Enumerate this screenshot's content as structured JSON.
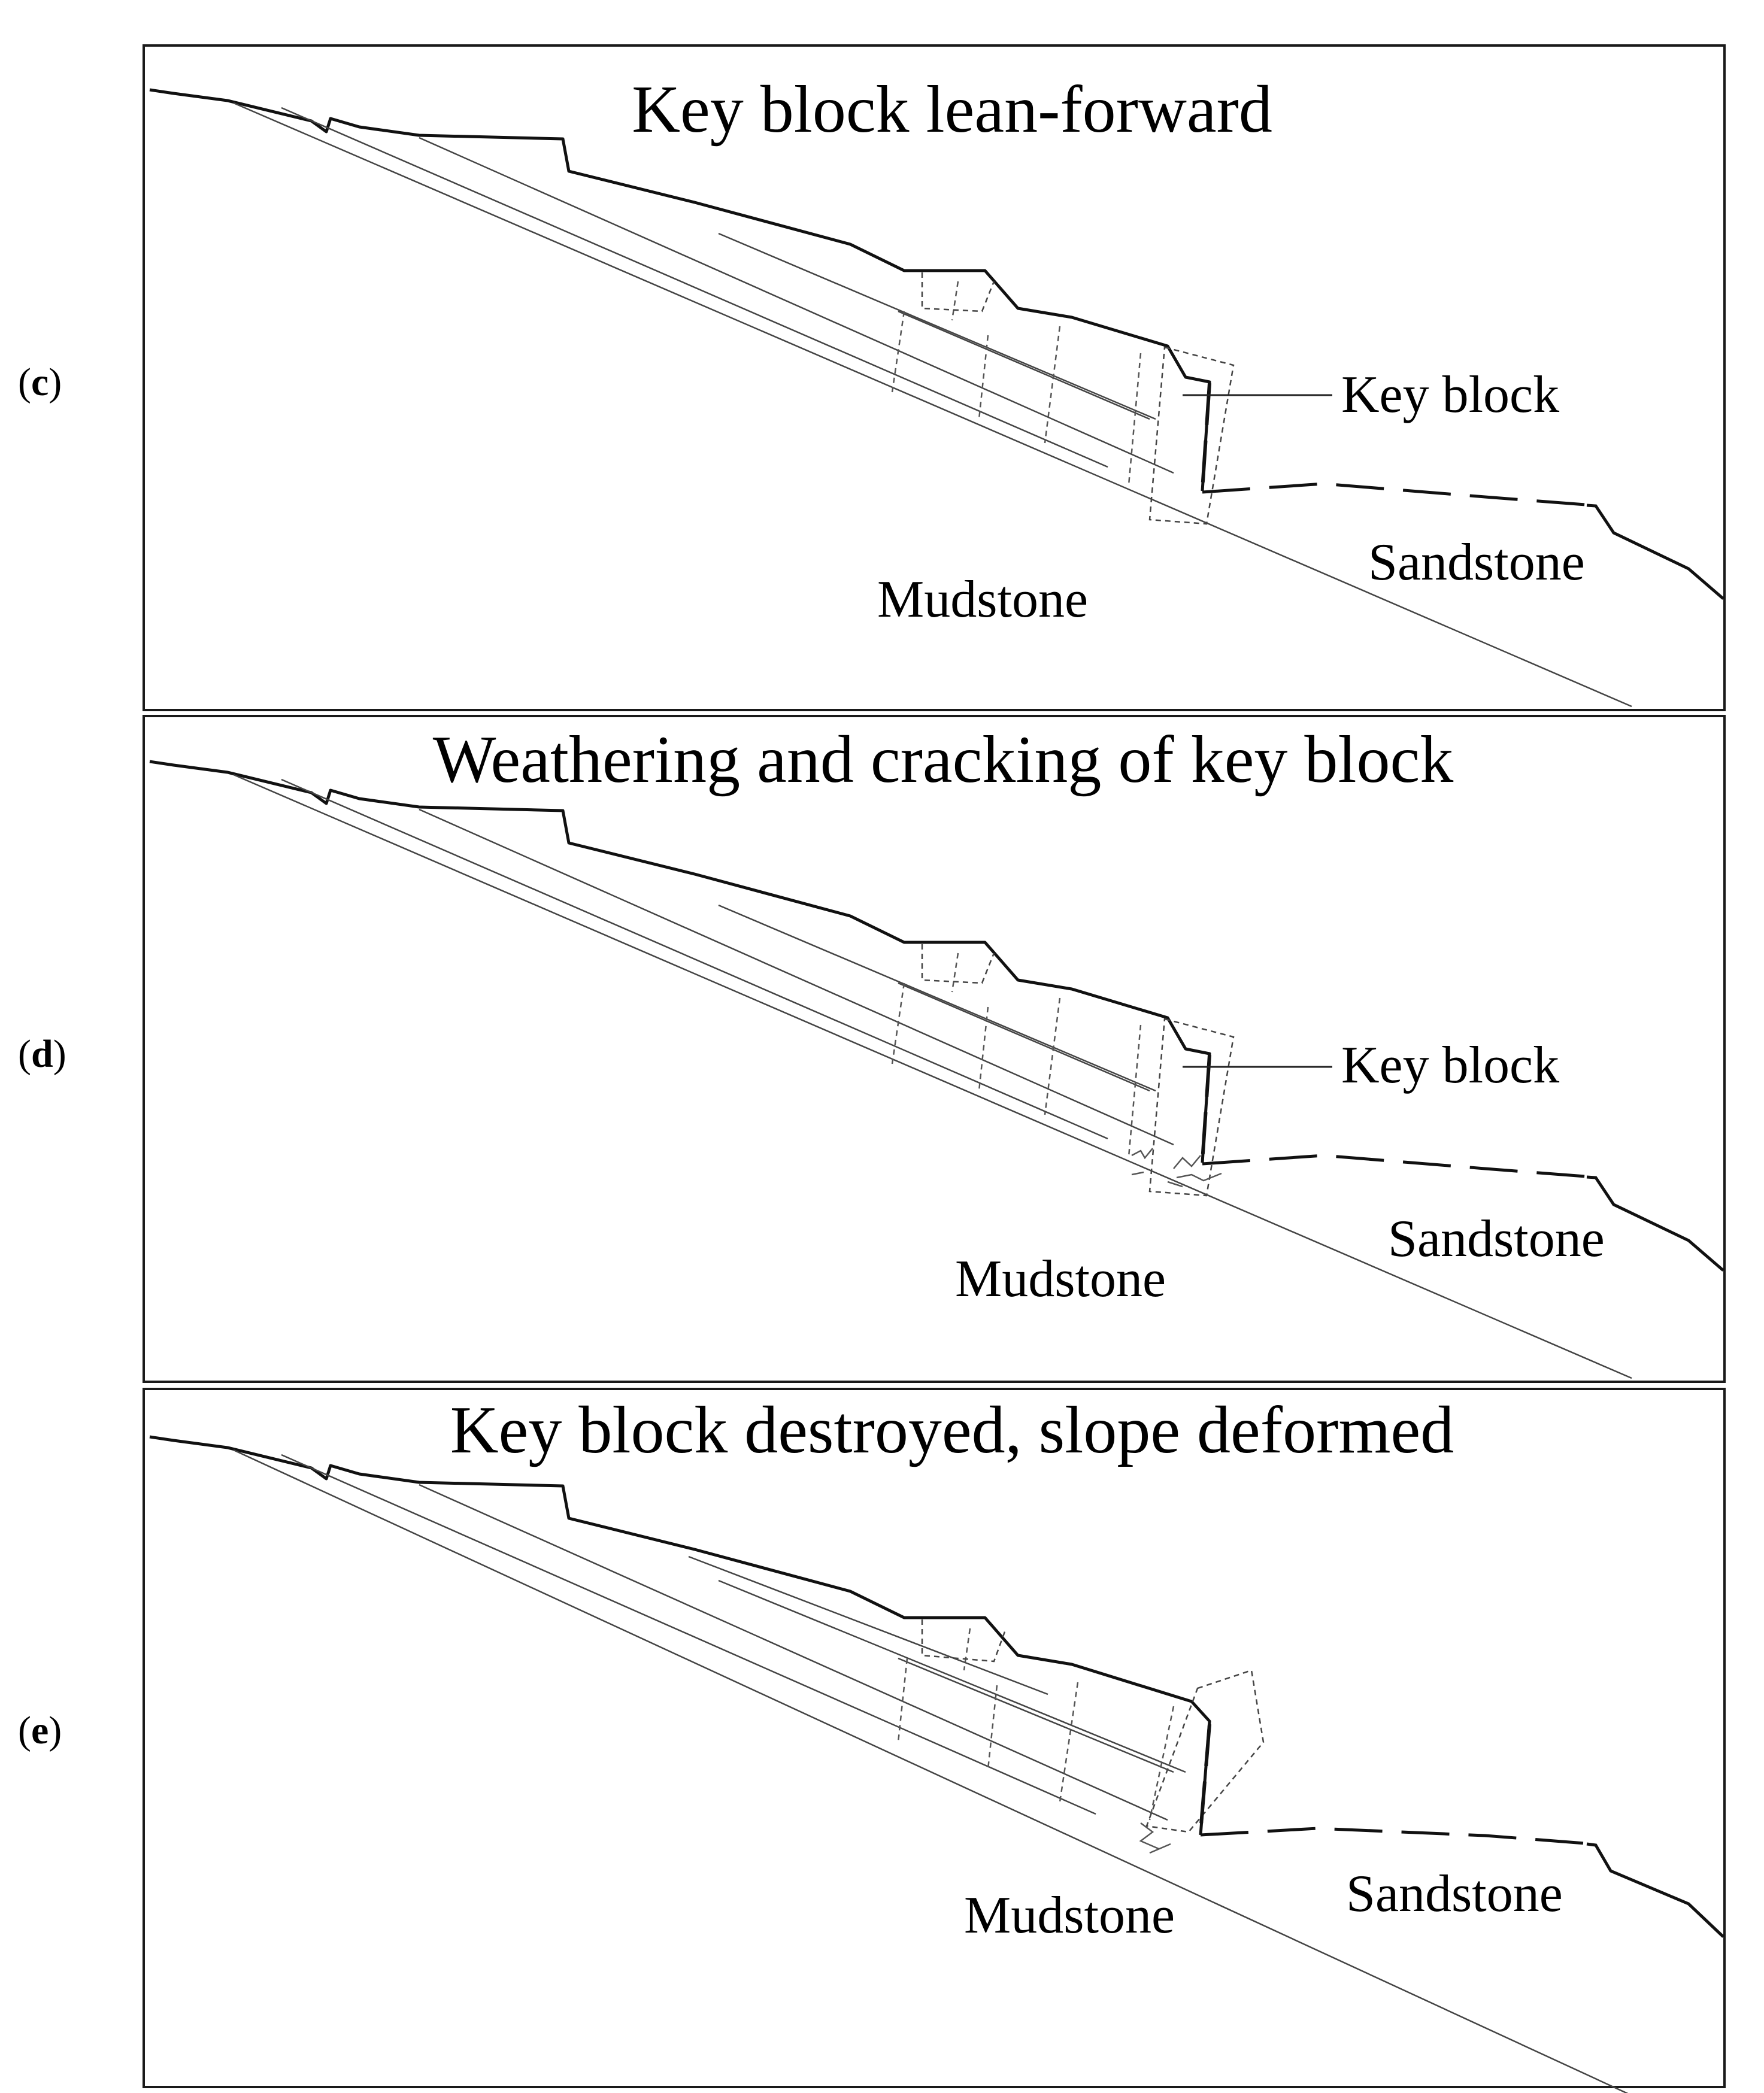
{
  "panels": [
    {
      "id": "c",
      "tag": "c",
      "title": "Key block lean-forward",
      "labels": {
        "key_block": "Key block",
        "sandstone": "Sandstone",
        "mudstone": "Mudstone"
      },
      "key_block_label_visible": true,
      "block_state": "tilted",
      "cracks": false
    },
    {
      "id": "d",
      "tag": "d",
      "title": "Weathering and cracking of key block",
      "labels": {
        "key_block": "Key block",
        "sandstone": "Sandstone",
        "mudstone": "Mudstone"
      },
      "key_block_label_visible": true,
      "block_state": "tilted",
      "cracks": true
    },
    {
      "id": "e",
      "tag": "e",
      "title": "Key block destroyed, slope deformed",
      "labels": {
        "sandstone": "Sandstone",
        "mudstone": "Mudstone"
      },
      "key_block_label_visible": false,
      "block_state": "toppled",
      "cracks": true
    }
  ],
  "colors": {
    "line": "#111111",
    "dashed": "#555555",
    "background": "#ffffff"
  }
}
